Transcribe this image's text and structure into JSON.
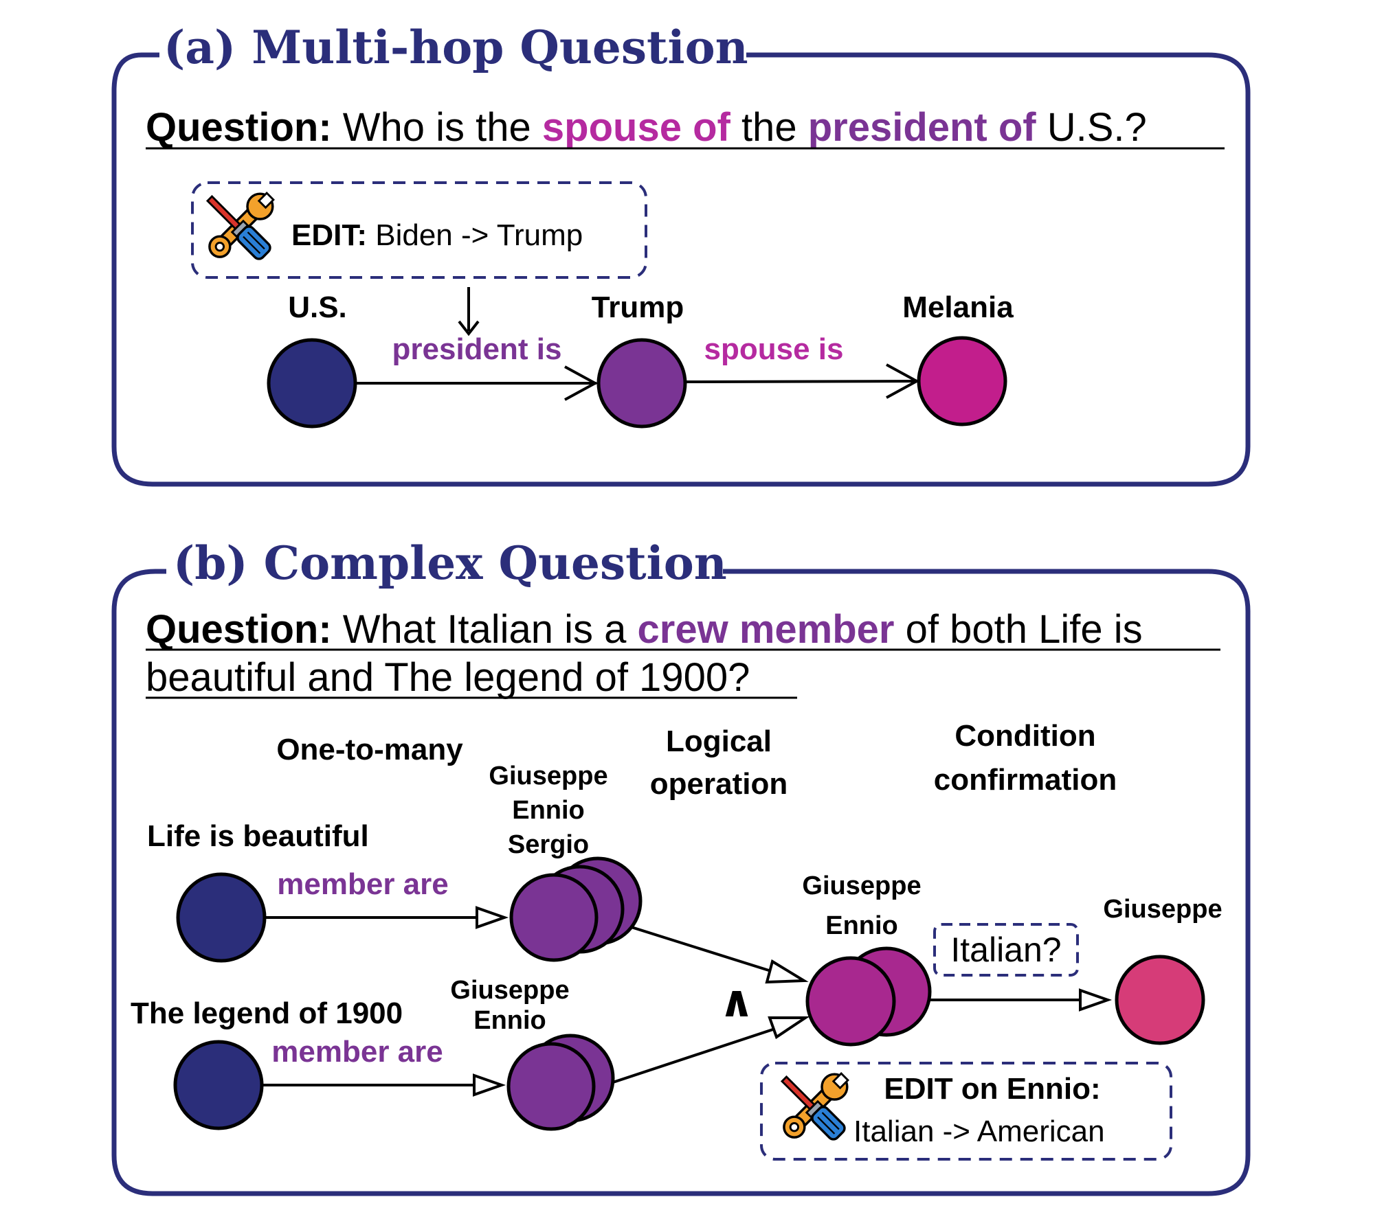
{
  "panel_a": {
    "title": "(a) Multi-hop Question",
    "question_label": "Question:",
    "question_parts": {
      "p1": " Who is the ",
      "h1": "spouse of",
      "p2": " the ",
      "h2": "president of",
      "p3": " U.S.?"
    },
    "edit": {
      "label": "EDIT:",
      "text": " Biden -> Trump"
    },
    "nodes": {
      "us": "U.S.",
      "trump": "Trump",
      "melania": "Melania"
    },
    "relations": {
      "r1": "president is",
      "r2": "spouse is"
    }
  },
  "panel_b": {
    "title": "(b) Complex Question",
    "question_label": "Question:",
    "question_parts": {
      "p1": " What Italian is a ",
      "h1": "crew member",
      "p2": " of both Life is",
      "line2": "beautiful and The legend of 1900?"
    },
    "stages": {
      "one_to_many": "One-to-many",
      "logical_1": "Logical",
      "logical_2": "operation",
      "condition_1": "Condition",
      "condition_2": "confirmation"
    },
    "nodes": {
      "life": "Life is beautiful",
      "legend": "The legend of 1900",
      "set1_a": "Giuseppe",
      "set1_b": "Ennio",
      "set1_c": "Sergio",
      "set2_a": "Giuseppe",
      "set2_b": "Ennio",
      "set3_a": "Giuseppe",
      "set3_b": "Ennio",
      "final": "Giuseppe"
    },
    "relations": {
      "r1": "member are",
      "r2": "member are"
    },
    "operator": "∧",
    "condition": "Italian?",
    "edit": {
      "label": "EDIT on Ennio:",
      "text": "Italian -> American"
    }
  },
  "colors": {
    "frame": "#2b2e7a",
    "node_navy": "#2b2e7a",
    "node_purple": "#7a3494",
    "node_magenta": "#a8288f",
    "node_pink": "#c21e8c",
    "node_rose": "#d63c78"
  },
  "icons": {
    "edit_icon": "wrench-screwdriver-icon"
  }
}
